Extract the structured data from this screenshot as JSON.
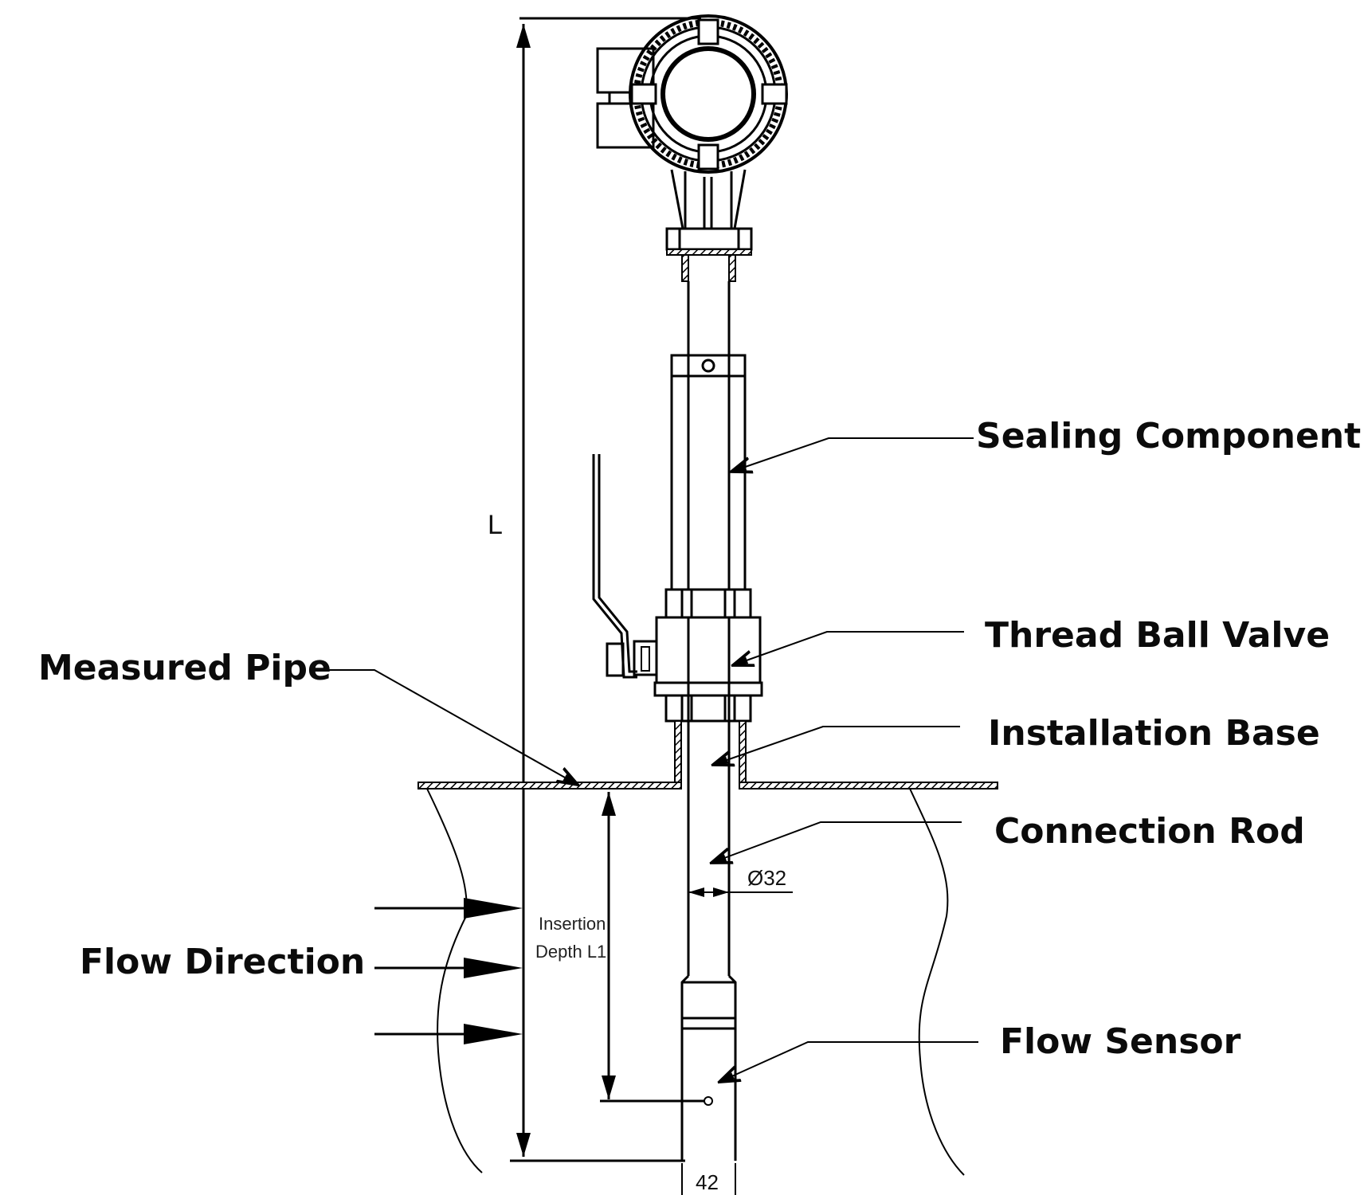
{
  "diagram": {
    "title": "Insertion Flow Meter Installation Diagram",
    "colors": {
      "line": "#000000",
      "background": "#ffffff"
    },
    "callouts": {
      "sealing_component": "Sealing Component",
      "thread_ball_valve": "Thread Ball Valve",
      "installation_base": "Installation Base",
      "connection_rod": "Connection Rod",
      "flow_sensor": "Flow Sensor",
      "measured_pipe": "Measured Pipe",
      "flow_direction": "Flow Direction"
    },
    "dimensions": {
      "overall_length": "L",
      "insertion_depth_line1": "Insertion",
      "insertion_depth_line2": "Depth L1",
      "rod_diameter": "Ø32",
      "sensor_width": "42"
    },
    "flow_arrows": 3
  }
}
